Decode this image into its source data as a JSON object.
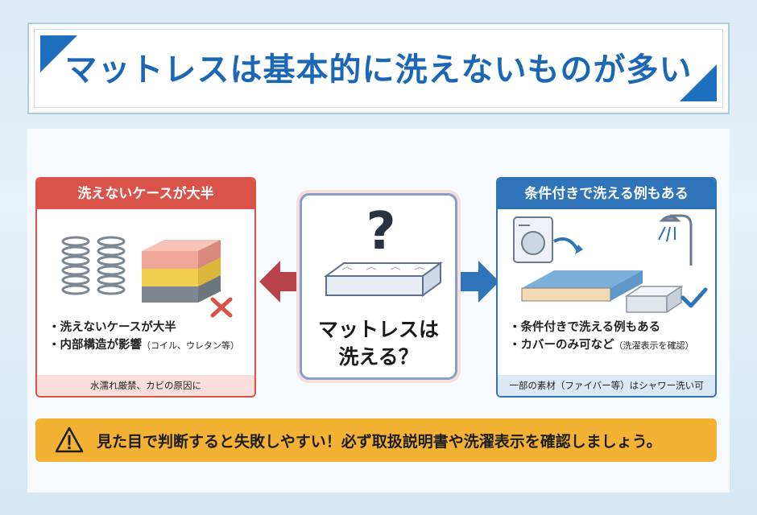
{
  "title": "マットレスは基本的に洗えないものが多い",
  "left_card": {
    "heading": "洗えないケースが大半",
    "bullets": [
      {
        "main": "・洗えないケースが大半",
        "note": ""
      },
      {
        "main": "・内部構造が影響",
        "note": "（コイル、ウレタン等）"
      }
    ],
    "footer": "水濡れ厳禁、カビの原因に"
  },
  "center": {
    "line1": "マットレスは",
    "line2": "洗える？"
  },
  "right_card": {
    "heading": "条件付きで洗える例もある",
    "bullets": [
      {
        "main": "・条件付きで洗える例もある",
        "note": ""
      },
      {
        "main": "・カバーのみ可など",
        "note": "（洗濯表示を確認）"
      }
    ],
    "footer": "一部の素材（ファイバー等）はシャワー洗い可"
  },
  "warning": {
    "text": "見た目で判断すると失敗しやすい！必ず取扱説明書や洗濯表示を確認しましょう。"
  },
  "colors": {
    "title_blue": "#1b67b6",
    "accent_red": "#d9534a",
    "accent_blue": "#2f73b8",
    "warning_orange": "#f3b234"
  }
}
